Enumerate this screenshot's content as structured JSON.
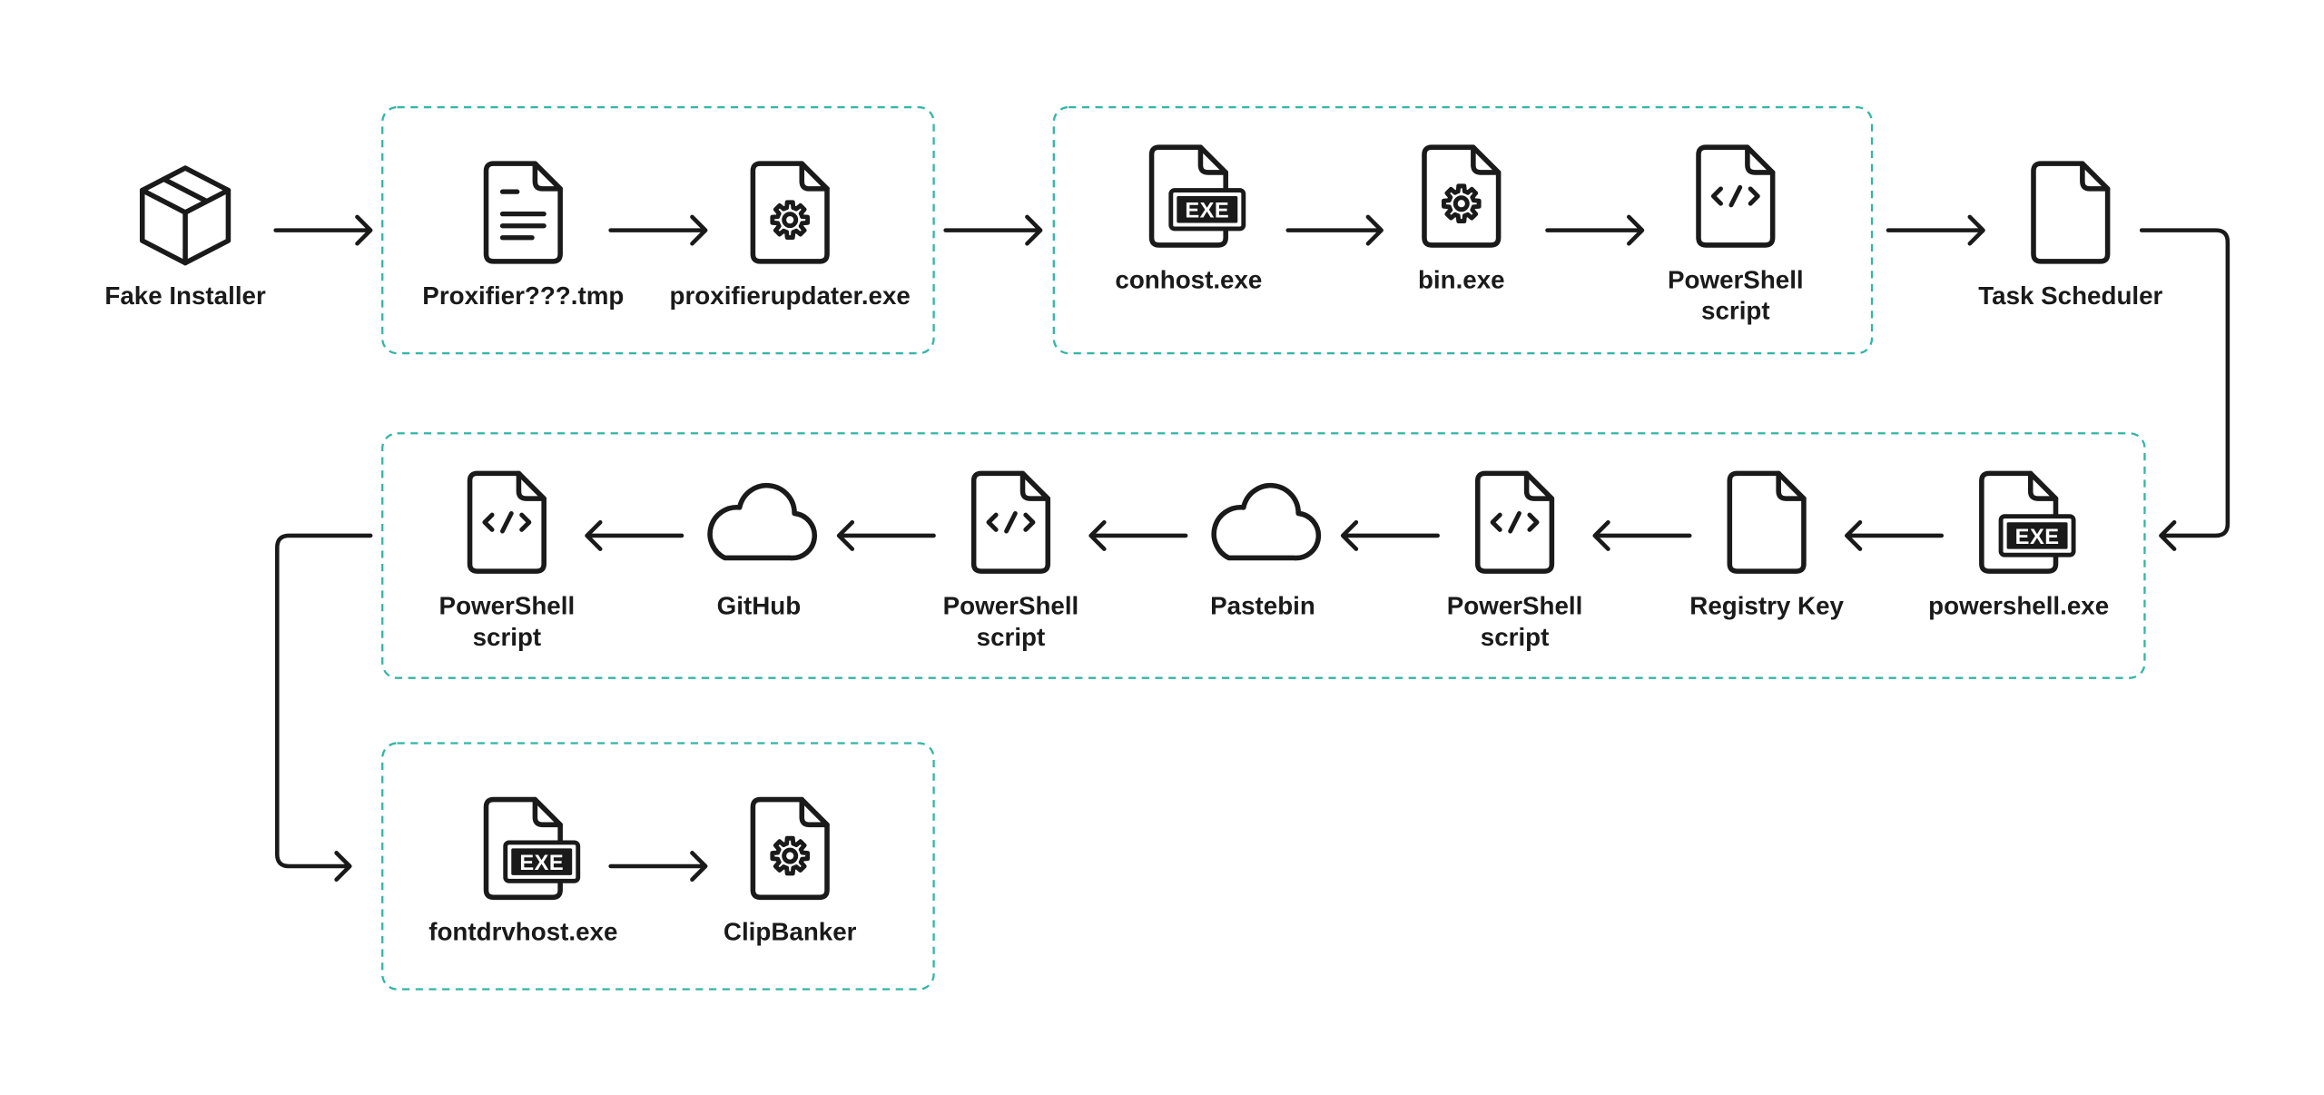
{
  "colors": {
    "background": "#ffffff",
    "ink": "#1a1a1a",
    "group_border": "#33b5a5"
  },
  "diagram": {
    "exe_badge_text": "EXE",
    "nodes": [
      {
        "icon": "package-icon",
        "label": [
          "Fake Installer"
        ]
      },
      {
        "icon": "text-file-icon",
        "label": [
          "Proxifier???.tmp"
        ]
      },
      {
        "icon": "gear-file-icon",
        "label": [
          "proxifierupdater.exe"
        ]
      },
      {
        "icon": "exe-file-icon",
        "label": [
          "conhost.exe"
        ]
      },
      {
        "icon": "gear-file-icon",
        "label": [
          "bin.exe"
        ]
      },
      {
        "icon": "code-file-icon",
        "label": [
          "PowerShell",
          "script"
        ]
      },
      {
        "icon": "file-icon",
        "label": [
          "Task Scheduler"
        ]
      },
      {
        "icon": "exe-file-icon",
        "label": [
          "powershell.exe"
        ]
      },
      {
        "icon": "file-icon",
        "label": [
          "Registry Key"
        ]
      },
      {
        "icon": "code-file-icon",
        "label": [
          "PowerShell",
          "script"
        ]
      },
      {
        "icon": "cloud-icon",
        "label": [
          "Pastebin"
        ]
      },
      {
        "icon": "code-file-icon",
        "label": [
          "PowerShell",
          "script"
        ]
      },
      {
        "icon": "cloud-icon",
        "label": [
          "GitHub"
        ]
      },
      {
        "icon": "code-file-icon",
        "label": [
          "PowerShell",
          "script"
        ]
      },
      {
        "icon": "exe-file-icon",
        "label": [
          "fontdrvhost.exe"
        ]
      },
      {
        "icon": "gear-file-icon",
        "label": [
          "ClipBanker"
        ]
      }
    ]
  }
}
